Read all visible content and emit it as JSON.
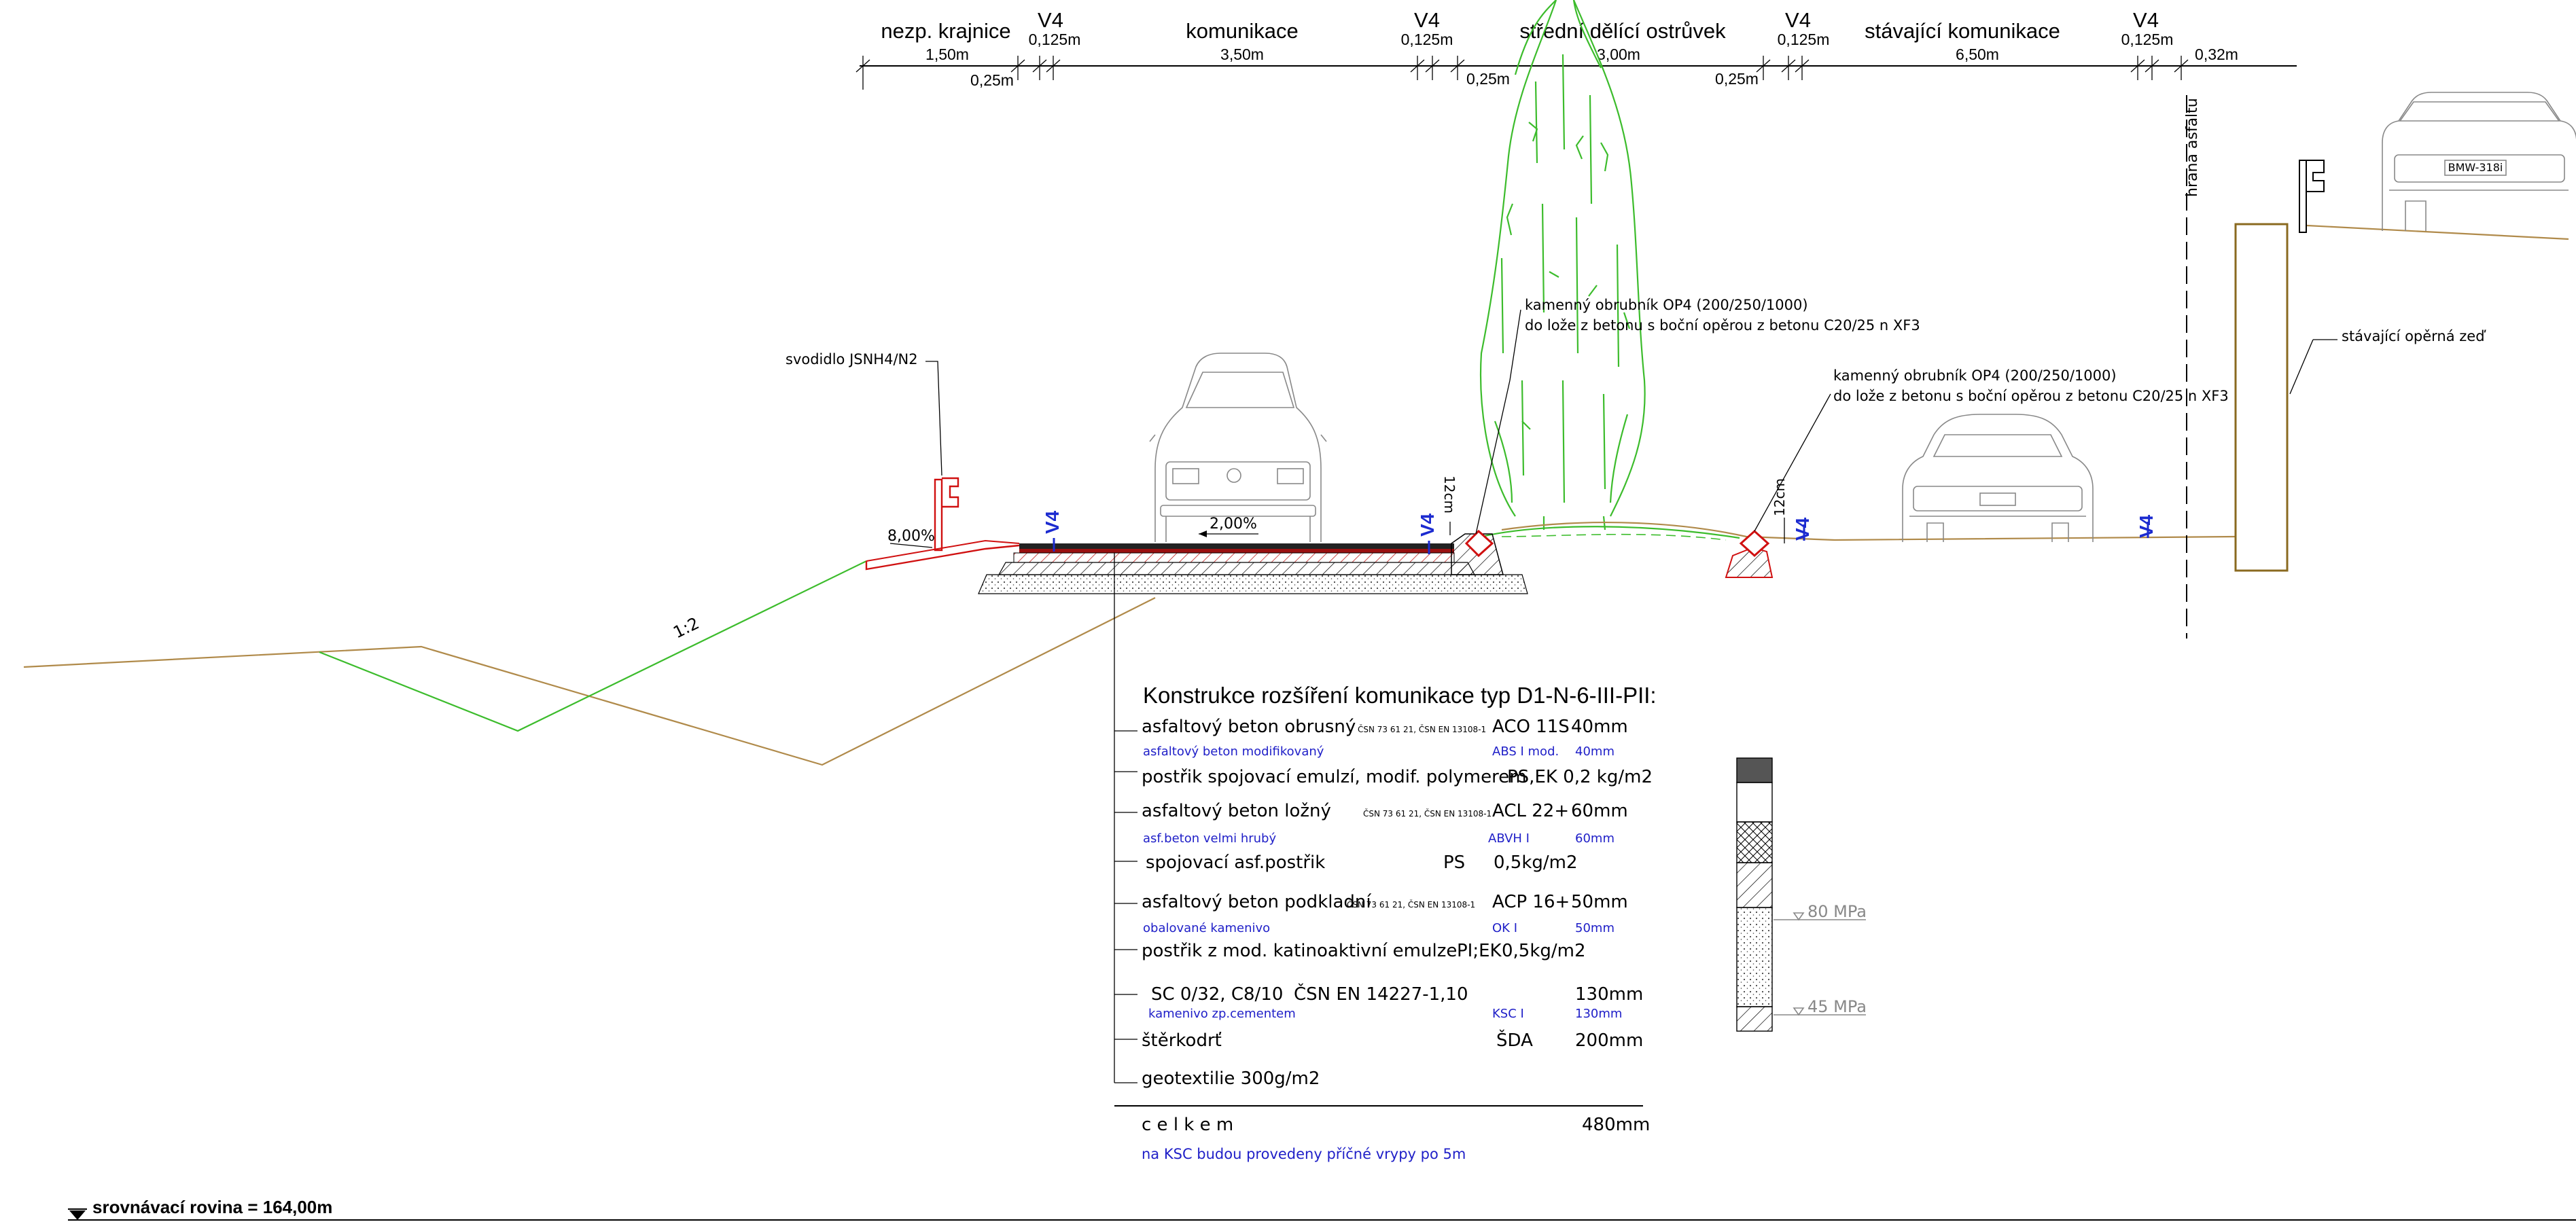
{
  "sections": [
    {
      "id": "krajnice",
      "title": "nezp. krajnice",
      "width": "1,50m"
    },
    {
      "id": "v4-left",
      "title": "V4",
      "width": "0,125m"
    },
    {
      "id": "komunikace",
      "title": "komunikace",
      "width": "3,50m"
    },
    {
      "id": "v4-mid-left",
      "title": "V4",
      "width": "0,125m"
    },
    {
      "id": "ostruvek",
      "title": "střední dělící ostrůvek",
      "width": "3,00m"
    },
    {
      "id": "v4-mid-right",
      "title": "V4",
      "width": "0,125m"
    },
    {
      "id": "stavajici",
      "title": "stávající komunikace",
      "width": "6,50m"
    },
    {
      "id": "v4-right",
      "title": "V4",
      "width": "0,125m"
    }
  ],
  "dims_secondary": [
    "0,25m",
    "0,25m",
    "0,25m",
    "0,32m"
  ],
  "labels": {
    "hrana_asfaltu": "hrana asfaltu",
    "svodidlo": "svodidlo JSNH4/N2",
    "obrubnik1_l1": "kamenný obrubník OP4 (200/250/1000)",
    "obrubnik1_l2": "do lože z betonu s boční opěrou z betonu C20/25 n XF3",
    "obrubnik2_l1": "kamenný obrubník OP4 (200/250/1000)",
    "obrubnik2_l2": "do lože z betonu s boční opěrou z betonu C20/25 n XF3",
    "operna_zed": "stávající opěrná zeď",
    "slope_left": "8,00%",
    "slope_road": "2,00%",
    "slope_bank": "1:2",
    "curb_h1": "12cm",
    "curb_h2": "12cm",
    "v4_marks": [
      "V4",
      "V4",
      "V4",
      "V4"
    ],
    "plate_left": "BMW-318i",
    "datum": "srovnávací rovina = 164,00m"
  },
  "construction": {
    "title": "Konstrukce rozšíření komunikace typ D1-N-6-III-PII:",
    "layers": [
      {
        "name": "asfaltový beton obrusný",
        "norm": "ČSN 73 61 21, ČSN EN 13108-1",
        "code": "ACO 11S",
        "thick": "40mm",
        "sub_name": "asfaltový beton modifikovaný",
        "sub_code": "ABS I mod.",
        "sub_thick": "40mm"
      },
      {
        "name": "postřik spojovací emulzí, modif. polymerem",
        "code": "PS,EK 0,2 kg/m2"
      },
      {
        "name": "asfaltový beton ložný",
        "norm": "ČSN 73 61 21, ČSN EN 13108-1",
        "code": "ACL 22+",
        "thick": "60mm",
        "sub_name": "asf.beton velmi hrubý",
        "sub_code": "ABVH I",
        "sub_thick": "60mm"
      },
      {
        "name": "spojovací asf.postřik",
        "code": "PS",
        "thick": "0,5kg/m2"
      },
      {
        "name": "asfaltový beton podkladní",
        "norm": "ČSN 73 61 21, ČSN EN 13108-1",
        "code": "ACP 16+",
        "thick": "50mm",
        "sub_name": "obalované kamenivo",
        "sub_code": "OK I",
        "sub_thick": "50mm"
      },
      {
        "name": "postřik z mod. katinoaktivní emulze",
        "code": "PI;EK",
        "thick": "0,5kg/m2"
      },
      {
        "name": "SC 0/32, C8/10",
        "norm": "ČSN EN 14227-1,10",
        "thick": "130mm",
        "sub_name": "kamenivo zp.cementem",
        "sub_code": "KSC I",
        "sub_thick": "130mm"
      },
      {
        "name": "štěrkodrť",
        "code": "ŠDA",
        "thick": "200mm"
      },
      {
        "name": "geotextilie 300g/m2"
      }
    ],
    "total_label": "c e l k e m",
    "total_value": "480mm",
    "note": "na KSC budou provedeny příčné vrypy po 5m",
    "moduli": [
      "80 MPa",
      "45 MPa"
    ]
  },
  "colors": {
    "edge_red": "#d01010",
    "tree_green": "#3cbc2c",
    "terrain_brown": "#b08a4a",
    "terrain_green": "#3cbc2c",
    "note_blue": "#2020c8"
  }
}
